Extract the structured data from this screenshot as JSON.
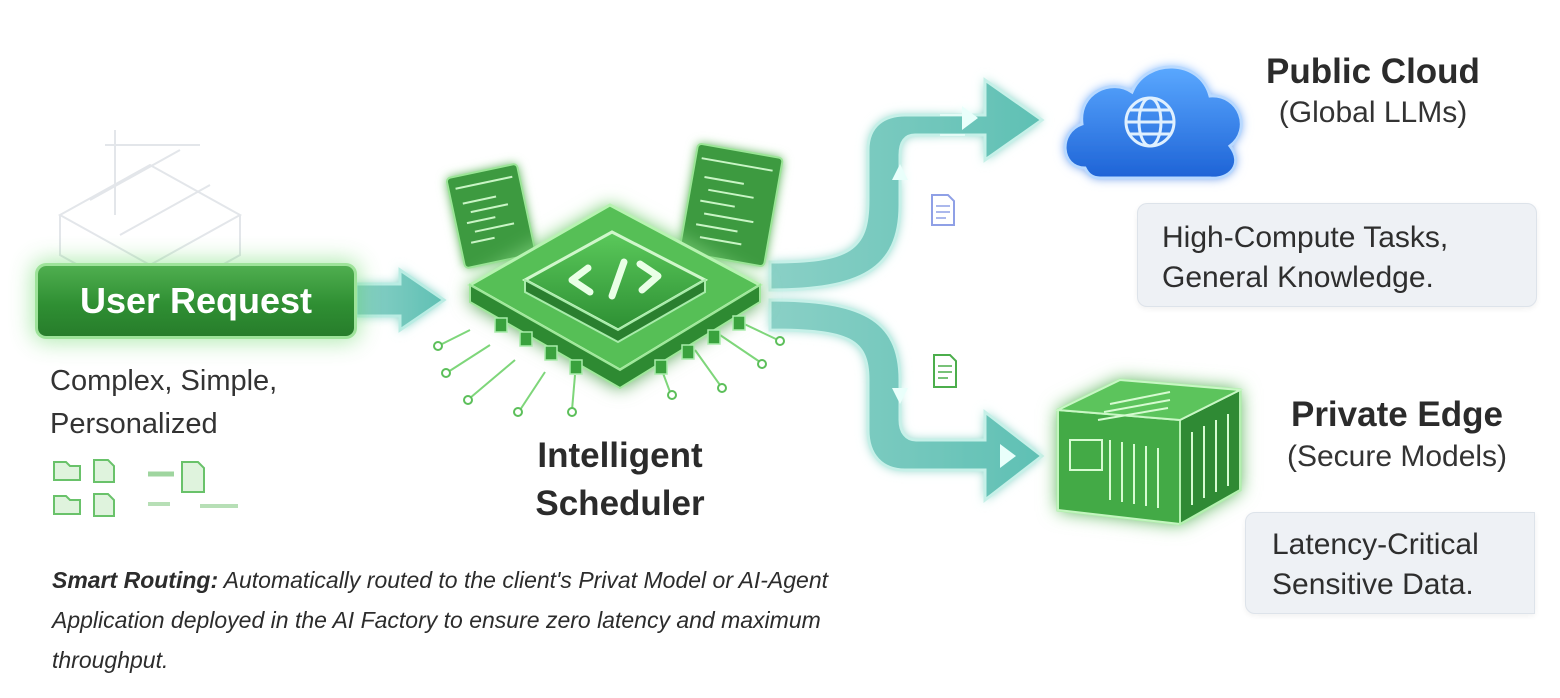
{
  "user_request": {
    "label": "User Request",
    "types": "Complex, Simple, Personalized"
  },
  "scheduler": {
    "label": "Intelligent Scheduler",
    "icon": "code-chip-icon"
  },
  "public_cloud": {
    "title": "Public Cloud",
    "subtitle": "(Global LLMs)",
    "description": "High-Compute Tasks, General Knowledge.",
    "icon": "cloud-globe-icon"
  },
  "private_edge": {
    "title": "Private Edge",
    "subtitle": "(Secure Models)",
    "description": "Latency-Critical Sensitive Data.",
    "icon": "server-icon"
  },
  "footer_note": {
    "lead": "Smart Routing:",
    "text": " Automatically routed to the client's Privat Model or AI-Agent Application deployed in the AI Factory to ensure zero latency and maximum throughput."
  },
  "colors": {
    "accent_green": "#3aa43e",
    "glow_green": "#8ee08a",
    "flow_teal": "#6fc9c0",
    "cloud_blue": "#2f7fe6"
  }
}
